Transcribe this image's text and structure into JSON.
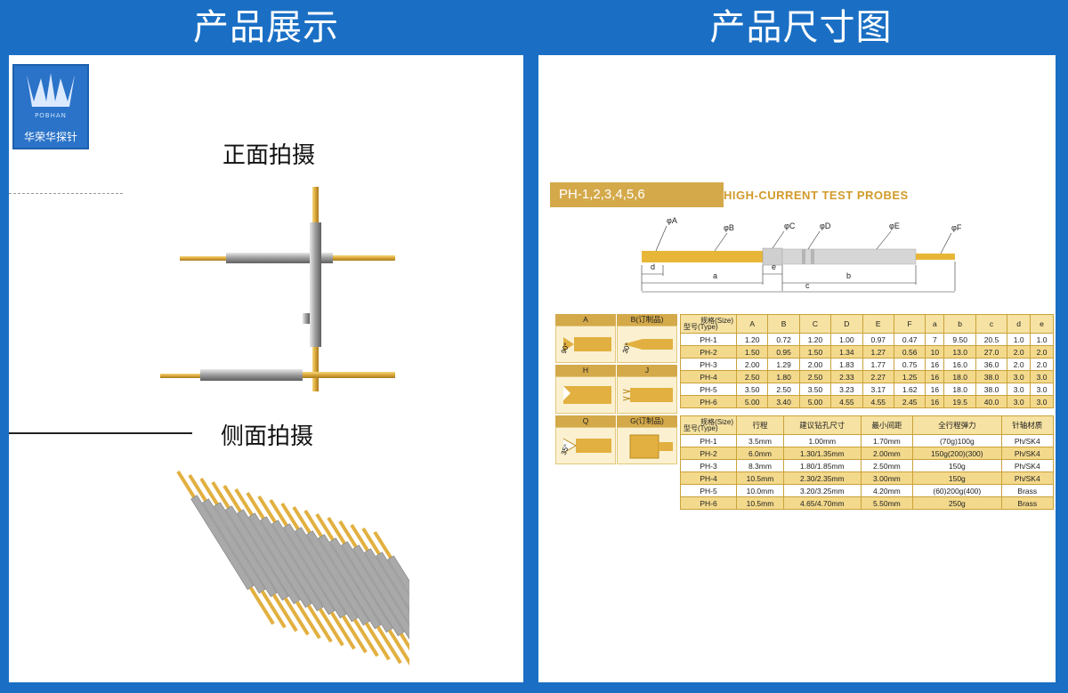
{
  "left_panel": {
    "title": "产品展示",
    "logo_label": "华荣华探针",
    "logo_brand": "POBHAN",
    "front_caption": "正面拍摄",
    "side_caption": "侧面拍摄"
  },
  "right_panel": {
    "title": "产品尺寸图",
    "series_label": "PH-1,2,3,4,5,6",
    "series_tag": "HIGH-CURRENT TEST PROBES",
    "dimension_labels": [
      "φA",
      "φB",
      "φC",
      "φD",
      "φE",
      "φF",
      "d",
      "a",
      "e",
      "b",
      "c"
    ],
    "tip_shapes": [
      {
        "code": "A",
        "angle": "90°"
      },
      {
        "code": "B(订制品)",
        "angle": "30°"
      },
      {
        "code": "H",
        "angle": ""
      },
      {
        "code": "J",
        "angle": ""
      },
      {
        "code": "Q",
        "angle": "35°"
      },
      {
        "code": "G(订制品)",
        "angle": ""
      }
    ],
    "dims_table": {
      "corner_top": "规格(Size)",
      "corner_bottom": "型号(Type)",
      "columns": [
        "A",
        "B",
        "C",
        "D",
        "E",
        "F",
        "a",
        "b",
        "c",
        "d",
        "e"
      ],
      "rows": [
        {
          "type": "PH-1",
          "values": [
            "1.20",
            "0.72",
            "1.20",
            "1.00",
            "0.97",
            "0.47",
            "7",
            "9.50",
            "20.5",
            "1.0",
            "1.0"
          ]
        },
        {
          "type": "PH-2",
          "values": [
            "1.50",
            "0.95",
            "1.50",
            "1.34",
            "1.27",
            "0.56",
            "10",
            "13.0",
            "27.0",
            "2.0",
            "2.0"
          ]
        },
        {
          "type": "PH-3",
          "values": [
            "2.00",
            "1.29",
            "2.00",
            "1.83",
            "1.77",
            "0.75",
            "16",
            "16.0",
            "36.0",
            "2.0",
            "2.0"
          ]
        },
        {
          "type": "PH-4",
          "values": [
            "2.50",
            "1.80",
            "2.50",
            "2.33",
            "2.27",
            "1.25",
            "16",
            "18.0",
            "38.0",
            "3.0",
            "3.0"
          ]
        },
        {
          "type": "PH-5",
          "values": [
            "3.50",
            "2.50",
            "3.50",
            "3.23",
            "3.17",
            "1.62",
            "16",
            "18.0",
            "38.0",
            "3.0",
            "3.0"
          ]
        },
        {
          "type": "PH-6",
          "values": [
            "5.00",
            "3.40",
            "5.00",
            "4.55",
            "4.55",
            "2.45",
            "16",
            "19.5",
            "40.0",
            "3.0",
            "3.0"
          ]
        }
      ]
    },
    "props_table": {
      "corner_top": "规格(Size)",
      "corner_bottom": "型号(Type)",
      "columns": [
        "行程",
        "建议钻孔尺寸",
        "最小间距",
        "全行程弹力",
        "针轴材质"
      ],
      "rows": [
        {
          "type": "PH-1",
          "values": [
            "3.5mm",
            "1.00mm",
            "1.70mm",
            "(70g)100g",
            "Ph/SK4"
          ]
        },
        {
          "type": "PH-2",
          "values": [
            "6.0mm",
            "1.30/1.35mm",
            "2.00mm",
            "150g(200)(300)",
            "Ph/SK4"
          ]
        },
        {
          "type": "PH-3",
          "values": [
            "8.3mm",
            "1.80/1.85mm",
            "2.50mm",
            "150g",
            "Ph/SK4"
          ]
        },
        {
          "type": "PH-4",
          "values": [
            "10.5mm",
            "2.30/2.35mm",
            "3.00mm",
            "150g",
            "Ph/SK4"
          ]
        },
        {
          "type": "PH-5",
          "values": [
            "10.0mm",
            "3.20/3.25mm",
            "4.20mm",
            "(60)200g(400)",
            "Brass"
          ]
        },
        {
          "type": "PH-6",
          "values": [
            "10.5mm",
            "4.65/4.70mm",
            "5.50mm",
            "250g",
            "Brass"
          ]
        }
      ]
    }
  },
  "colors": {
    "brand_blue": "#1a6fc4",
    "gold": "#d4a94a",
    "gold_light": "#f6e2a2",
    "gold_text": "#d19a2a",
    "steel": "#9a9a9a"
  }
}
